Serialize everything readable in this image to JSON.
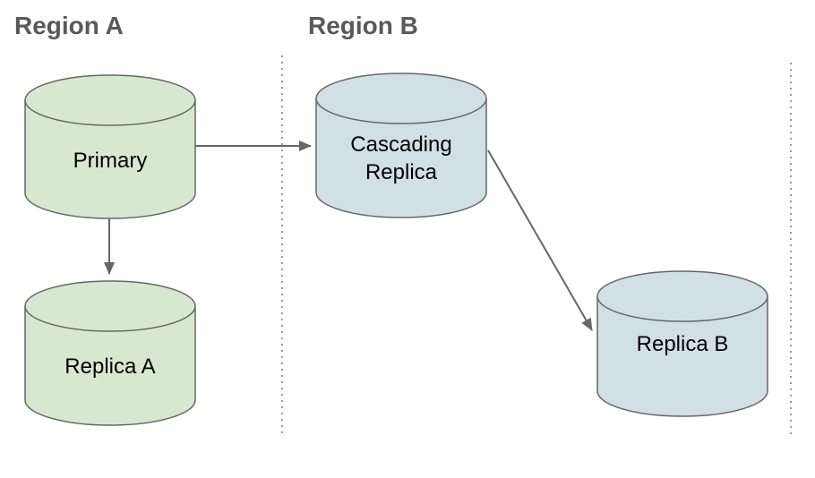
{
  "regions": [
    {
      "id": "region-a",
      "label": "Region A"
    },
    {
      "id": "region-b",
      "label": "Region B"
    }
  ],
  "nodes": [
    {
      "id": "primary",
      "label": "Primary",
      "region": "Region A",
      "type": "database-cylinder"
    },
    {
      "id": "replica-a",
      "label": "Replica A",
      "region": "Region A",
      "type": "database-cylinder"
    },
    {
      "id": "cascading-replica",
      "label": "Cascading Replica",
      "region": "Region B",
      "type": "database-cylinder"
    },
    {
      "id": "replica-b",
      "label": "Replica B",
      "region": "Region B",
      "type": "database-cylinder"
    }
  ],
  "edges": [
    {
      "from": "Primary",
      "to": "Cascading Replica",
      "style": "arrow"
    },
    {
      "from": "Primary",
      "to": "Replica A",
      "style": "arrow"
    },
    {
      "from": "Cascading Replica",
      "to": "Replica B",
      "style": "arrow"
    }
  ],
  "colors": {
    "region_a_node_fill": "#d7e8d0",
    "region_b_node_fill": "#d0e0e3",
    "node_stroke": "#666666",
    "arrow": "#666666",
    "divider": "#999999",
    "heading_text": "#595959",
    "node_label_text": "#000000"
  }
}
